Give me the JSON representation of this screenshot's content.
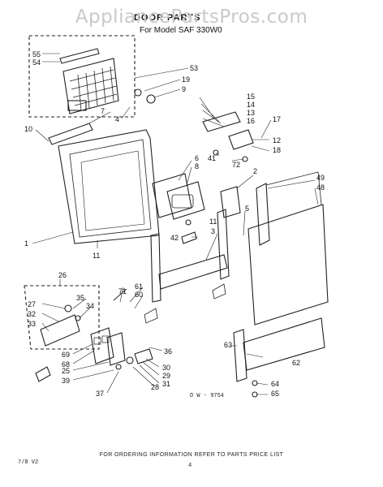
{
  "watermark": "AppliancePartsPros.com",
  "title": "DOOR PARTS",
  "subtitle": "For Model SAF 330W0",
  "drawing_number": "D W - 9754",
  "footer_text": "FOR ORDERING INFORMATION REFER TO PARTS PRICE LIST",
  "corner_code": "7/8 V2",
  "page_mark": "4",
  "callouts": [
    "55",
    "54",
    "53",
    "19",
    "9",
    "7",
    "4",
    "10",
    "15",
    "14",
    "13",
    "16",
    "17",
    "12",
    "18",
    "41",
    "72",
    "6",
    "8",
    "2",
    "49",
    "48",
    "1",
    "11",
    "5",
    "42",
    "3",
    "11",
    "26",
    "71",
    "61",
    "60",
    "27",
    "35",
    "32",
    "34",
    "33",
    "63",
    "36",
    "69",
    "68",
    "25",
    "39",
    "30",
    "29",
    "31",
    "28",
    "37",
    "62",
    "64",
    "65"
  ]
}
